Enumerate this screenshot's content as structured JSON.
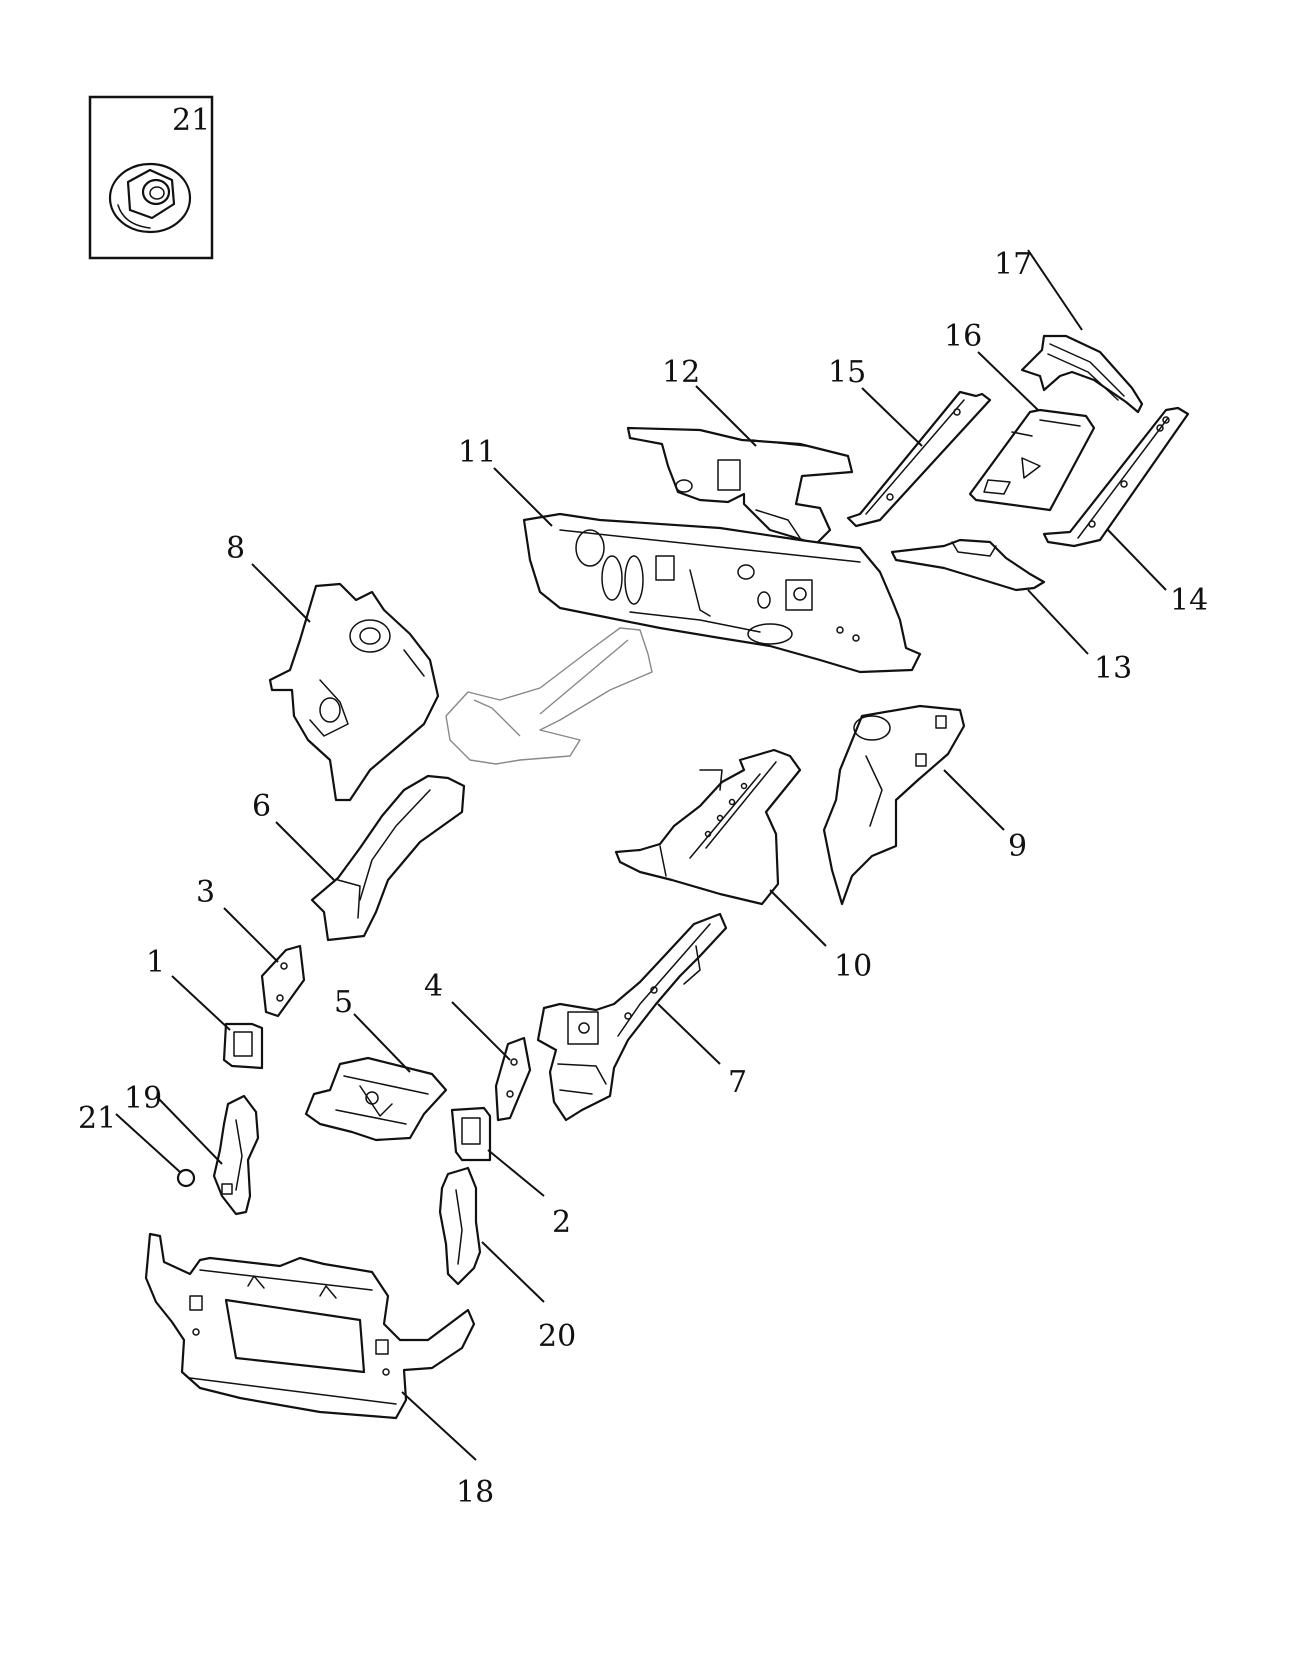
{
  "colors": {
    "line": "#111111",
    "ghost": "#888888",
    "background": "#ffffff"
  },
  "inset": {
    "callout": "21",
    "icon": "flange-nut-icon"
  },
  "callouts": [
    {
      "id": "c1",
      "label": "1"
    },
    {
      "id": "c2",
      "label": "2"
    },
    {
      "id": "c3",
      "label": "3"
    },
    {
      "id": "c4",
      "label": "4"
    },
    {
      "id": "c5",
      "label": "5"
    },
    {
      "id": "c6",
      "label": "6"
    },
    {
      "id": "c7",
      "label": "7"
    },
    {
      "id": "c8",
      "label": "8"
    },
    {
      "id": "c9",
      "label": "9"
    },
    {
      "id": "c10",
      "label": "10"
    },
    {
      "id": "c11",
      "label": "11"
    },
    {
      "id": "c12",
      "label": "12"
    },
    {
      "id": "c13",
      "label": "13"
    },
    {
      "id": "c14",
      "label": "14"
    },
    {
      "id": "c15",
      "label": "15"
    },
    {
      "id": "c16",
      "label": "16"
    },
    {
      "id": "c17",
      "label": "17"
    },
    {
      "id": "c18",
      "label": "18"
    },
    {
      "id": "c19",
      "label": "19"
    },
    {
      "id": "c20",
      "label": "20"
    },
    {
      "id": "c21",
      "label": "21"
    }
  ]
}
